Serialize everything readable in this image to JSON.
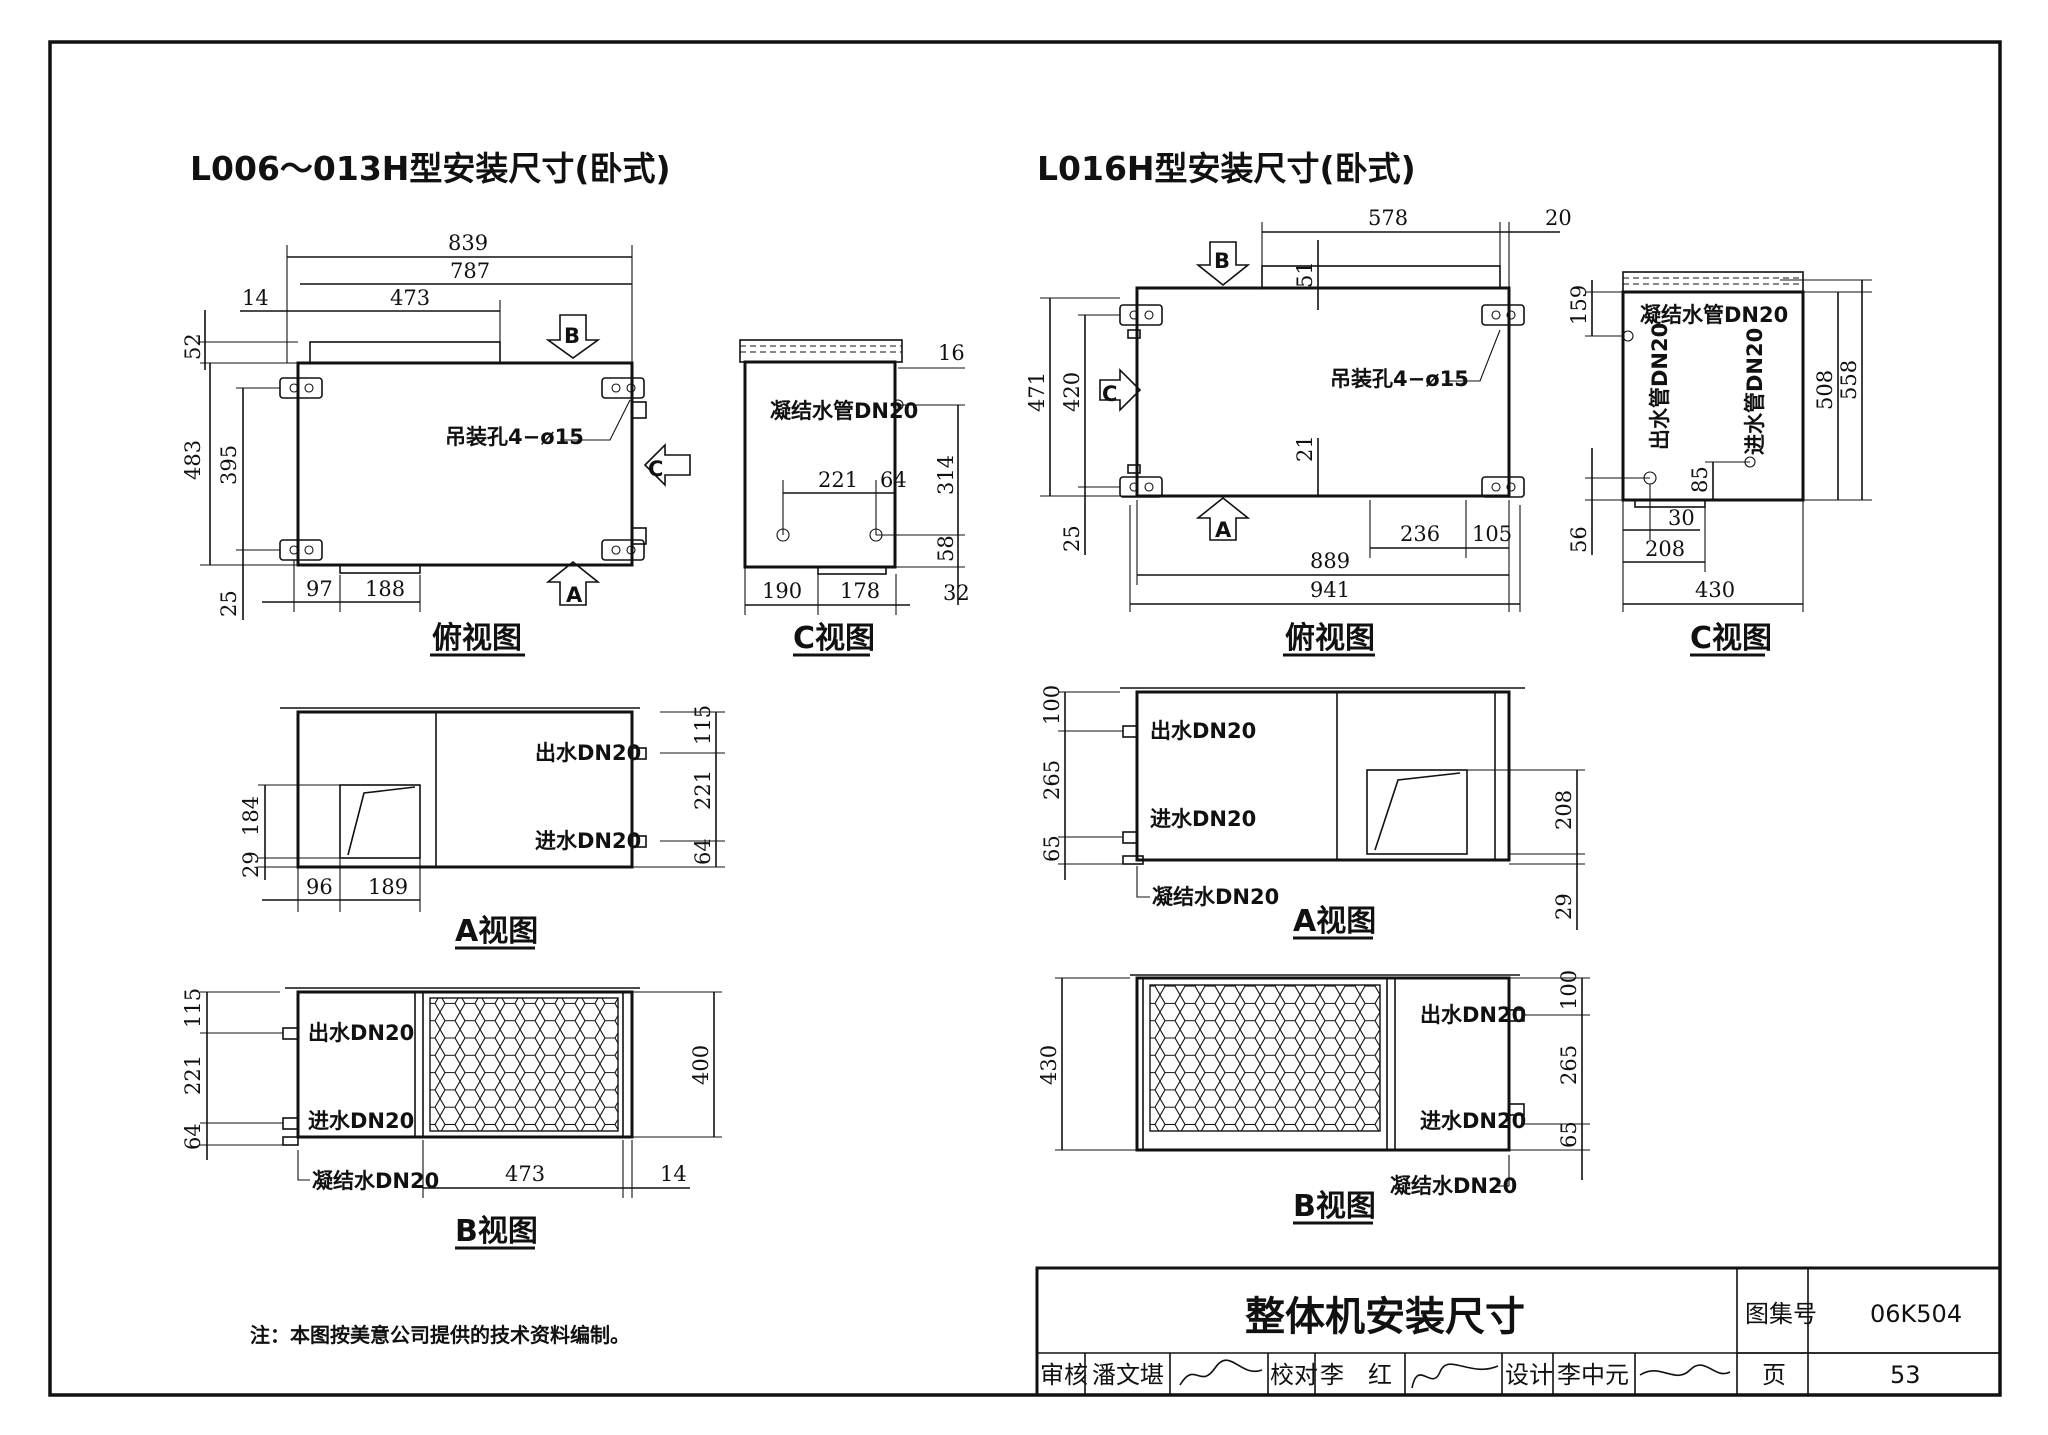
{
  "left": {
    "title": "L006～013H型安装尺寸(卧式)",
    "top_view": {
      "caption": "俯视图",
      "dims": {
        "d839": "839",
        "d787": "787",
        "d14": "14",
        "d473": "473",
        "d52": "52",
        "d483": "483",
        "d395": "395",
        "d25": "25",
        "d97": "97",
        "d188": "188"
      },
      "hoist_label": "吊装孔4−ø15",
      "marker_a": "A",
      "marker_b": "B",
      "marker_c": "C"
    },
    "c_view": {
      "caption": "C视图",
      "dims": {
        "d16": "16",
        "d221": "221",
        "d64": "64",
        "d314": "314",
        "d58": "58",
        "d32": "32",
        "d190": "190",
        "d178": "178"
      },
      "condensate_label": "凝结水管DN20"
    },
    "a_view": {
      "caption": "A视图",
      "outlet_label": "出水DN20",
      "inlet_label": "进水DN20",
      "dims": {
        "d115": "115",
        "d221": "221",
        "d64": "64",
        "d184": "184",
        "d29": "29",
        "d96": "96",
        "d189": "189"
      }
    },
    "b_view": {
      "caption": "B视图",
      "outlet_label": "出水DN20",
      "inlet_label": "进水DN20",
      "condensate_label": "凝结水DN20",
      "dims": {
        "d115": "115",
        "d221": "221",
        "d64": "64",
        "d400": "400",
        "d473": "473",
        "d14": "14"
      }
    }
  },
  "right": {
    "title": "L016H型安装尺寸(卧式)",
    "top_view": {
      "caption": "俯视图",
      "dims": {
        "d578": "578",
        "d20": "20",
        "d51": "51",
        "d471": "471",
        "d420": "420",
        "d21": "21",
        "d25": "25",
        "d236": "236",
        "d105": "105",
        "d889": "889",
        "d941": "941"
      },
      "hoist_label": "吊装孔4−ø15",
      "marker_a": "A",
      "marker_b": "B",
      "marker_c": "C"
    },
    "c_view": {
      "caption": "C视图",
      "condensate_label": "凝结水管DN20",
      "outlet_label": "出水管DN20",
      "inlet_label": "进水管DN20",
      "dims": {
        "d159": "159",
        "d508": "508",
        "d558": "558",
        "d85": "85",
        "d56": "56",
        "d30": "30",
        "d208": "208",
        "d430": "430"
      }
    },
    "a_view": {
      "caption": "A视图",
      "outlet_label": "出水DN20",
      "inlet_label": "进水DN20",
      "condensate_label": "凝结水DN20",
      "dims": {
        "d100": "100",
        "d265": "265",
        "d65": "65",
        "d208": "208",
        "d29": "29"
      }
    },
    "b_view": {
      "caption": "B视图",
      "outlet_label": "出水DN20",
      "inlet_label": "进水DN20",
      "condensate_label": "凝结水DN20",
      "dims": {
        "d430": "430",
        "d100": "100",
        "d265": "265",
        "d65": "65"
      }
    }
  },
  "note": "注：本图按美意公司提供的技术资料编制。",
  "title_block": {
    "title": "整体机安装尺寸",
    "atlas_label": "图集号",
    "atlas_no": "06K504",
    "review_label": "审核",
    "reviewer": "潘文堪",
    "check_label": "校对",
    "checker": "李　红",
    "design_label": "设计",
    "designer": "李中元",
    "page_label": "页",
    "page_no": "53"
  }
}
